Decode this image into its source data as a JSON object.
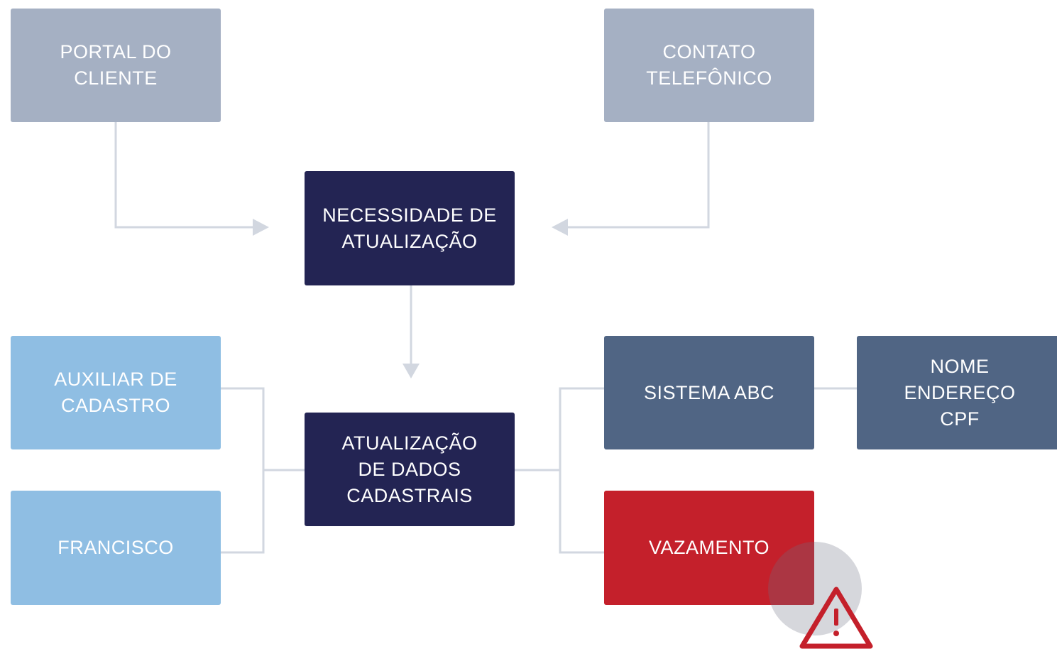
{
  "nodes": {
    "portal": "PORTAL DO\nCLIENTE",
    "contato": "CONTATO\nTELEFÔNICO",
    "necessidade": "NECESSIDADE DE\nATUALIZAÇÃO",
    "auxiliar": "AUXILIAR DE\nCADASTRO",
    "francisco": "FRANCISCO",
    "atualizacao": "ATUALIZAÇÃO\nDE DADOS\nCADASTRAIS",
    "sistema": "SISTEMA ABC",
    "dados": "NOME\nENDEREÇO\nCPF",
    "vazamento": "VAZAMENTO"
  },
  "icons": {
    "warning": "warning-triangle-icon"
  },
  "colors": {
    "gray": "#a5b0c3",
    "navy": "#232453",
    "sky": "#8fbee3",
    "slate": "#506584",
    "red": "#c4202b",
    "connector": "#d2d7e0",
    "warning_circle": "#9aa0ad"
  }
}
